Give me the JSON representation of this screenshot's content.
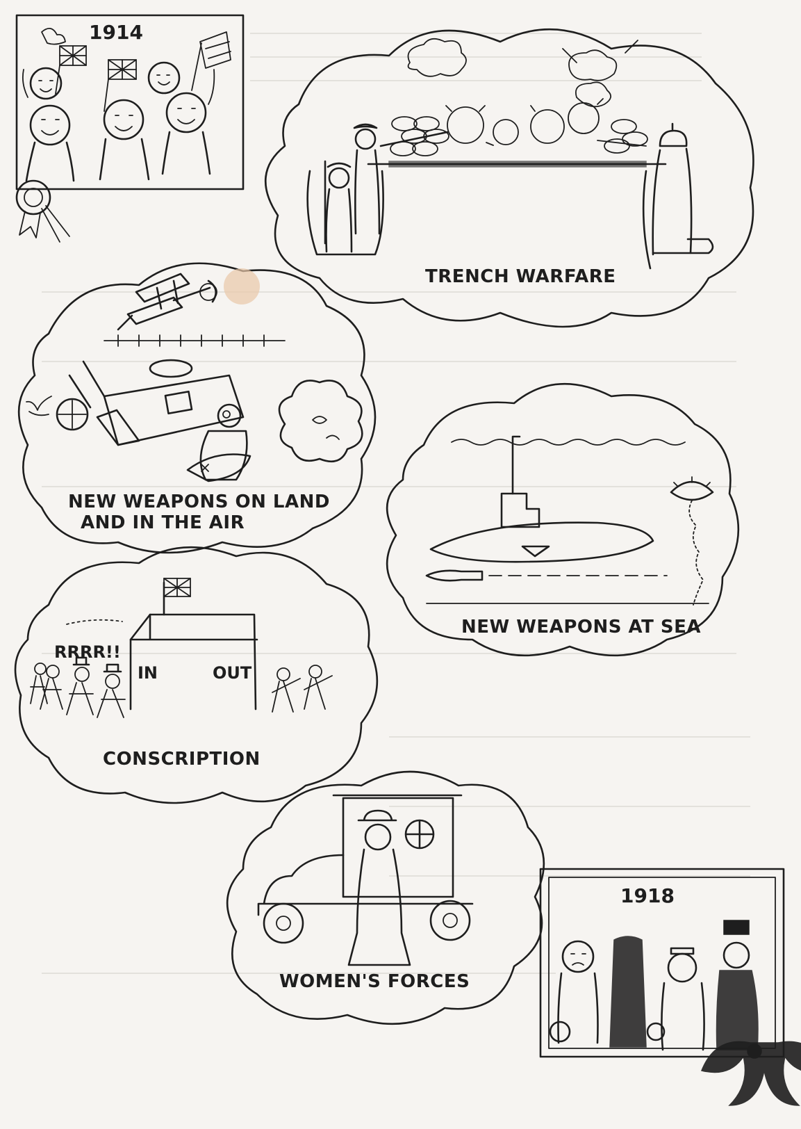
{
  "panels": {
    "start_year": "1914",
    "end_year": "1918",
    "trench": {
      "caption": "TRENCH WARFARE"
    },
    "land_air": {
      "caption_line1": "NEW WEAPONS ON LAND",
      "caption_line2": "AND IN THE AIR"
    },
    "sea": {
      "caption": "NEW WEAPONS AT SEA"
    },
    "conscription": {
      "caption": "CONSCRIPTION",
      "sign_in": "IN",
      "sign_out": "OUT",
      "cheer": "RRRR!!"
    },
    "women": {
      "caption": "WOMEN'S FORCES"
    }
  }
}
